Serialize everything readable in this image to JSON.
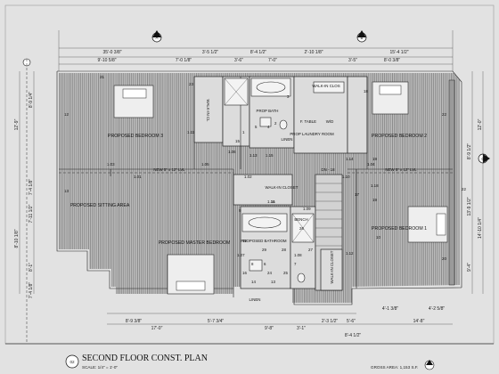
{
  "sheet": {
    "title": "SECOND FLOOR CONST. PLAN",
    "number": "02",
    "scale": "SCALE: 1/4\" = 1'-0\"",
    "gross_area": "GROSS AREA: 1,153 S.F."
  },
  "rooms": {
    "bedroom3": "PROPOSED BEDROOM 3",
    "bedroom2": "PROPOSED BEDROOM 2",
    "bedroom1": "PROPOSED BEDROOM 1",
    "sitting": "PROPOSED SITTING AREA",
    "master": "PROPOSED MASTER BEDROOM",
    "bathroom": "PROPOSED BATHROOM",
    "bath": "PROP BATH",
    "laundry": "PROP LAUNDRY ROOM",
    "walkin_closet": "WALK-IN CLOSET",
    "walkin_closet_top": "WALK-IN CLOS",
    "walkin_left": "WALK-IN CL",
    "walkin_bottom": "WALK-IN CLOSET",
    "linen": "LINEN",
    "linen_bottom": "LINEN",
    "ftable": "F. TABLE",
    "wd": "W/D",
    "bench": "BENCH",
    "dn": "DN - 18"
  },
  "beams": {
    "left": "NEW 5\" x 12\" LVL",
    "right": "NEW 5\" x 12\" LVL"
  },
  "dimensions": {
    "top": [
      "35'-0 3/8\"",
      "9'-10 5/8\"",
      "7'-0 1/8\"",
      "3'-5 1/2\"",
      "8'-4 1/2\"",
      "3'-6\"",
      "7'-0\"",
      "2'-10 1/8\"",
      "3'-5\"",
      "15'-4 1/2\"",
      "8'-0 3/8\""
    ],
    "bottom": [
      "8'-9 3/8\"",
      "17'-0\"",
      "5'-7 3/4\"",
      "9'-8\"",
      "3'-1\"",
      "2'-3 1/2\"",
      "5'-6\"",
      "4'-1 3/8\"",
      "4'-2 5/8\"",
      "14'-8\"",
      "8'-4 1/2\""
    ],
    "left": [
      "8'-9 1/4\"",
      "12'-9\"",
      "7'-4 1/8\"",
      "7'-11 1/2\"",
      "8'-10 1/8\"",
      "8'-1\"",
      "7'-4 1/8\""
    ],
    "right": [
      "12'-0\"",
      "8'-9 1/2\"",
      "13'-9 1/2\"",
      "14'-10 1/4\"",
      "9'-4\""
    ]
  },
  "callouts": [
    "12",
    "23",
    "13",
    "21",
    "22",
    "22",
    "20",
    "19",
    "19",
    "18",
    "17",
    "16",
    "15",
    "14",
    "13",
    "12",
    "11",
    "10",
    "9",
    "8",
    "7",
    "6",
    "5",
    "4",
    "3",
    "2",
    "1",
    "24",
    "25",
    "26",
    "27",
    "28",
    "29"
  ],
  "door_tags": [
    "1.03",
    "1.05",
    "1.06",
    "1.11",
    "1.14",
    "1.04",
    "1.02",
    "1.01",
    "1.07",
    "1.08",
    "1.09",
    "1.10",
    "1.12",
    "1.13",
    "1.15",
    "1.16",
    "1.18"
  ],
  "north_marks": [
    "A",
    "B",
    "C"
  ]
}
